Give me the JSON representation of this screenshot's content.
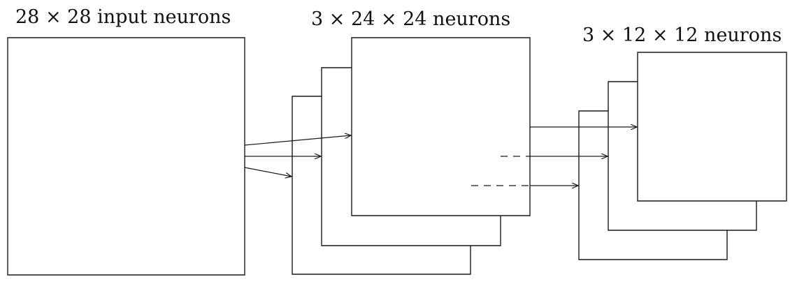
{
  "labels": {
    "input": "28 × 28 input neurons",
    "conv": "3 × 24 × 24 neurons",
    "pool": "3 × 12 × 12 neurons"
  },
  "colors": {
    "stroke": "#1a1a1a",
    "background": "#ffffff"
  }
}
